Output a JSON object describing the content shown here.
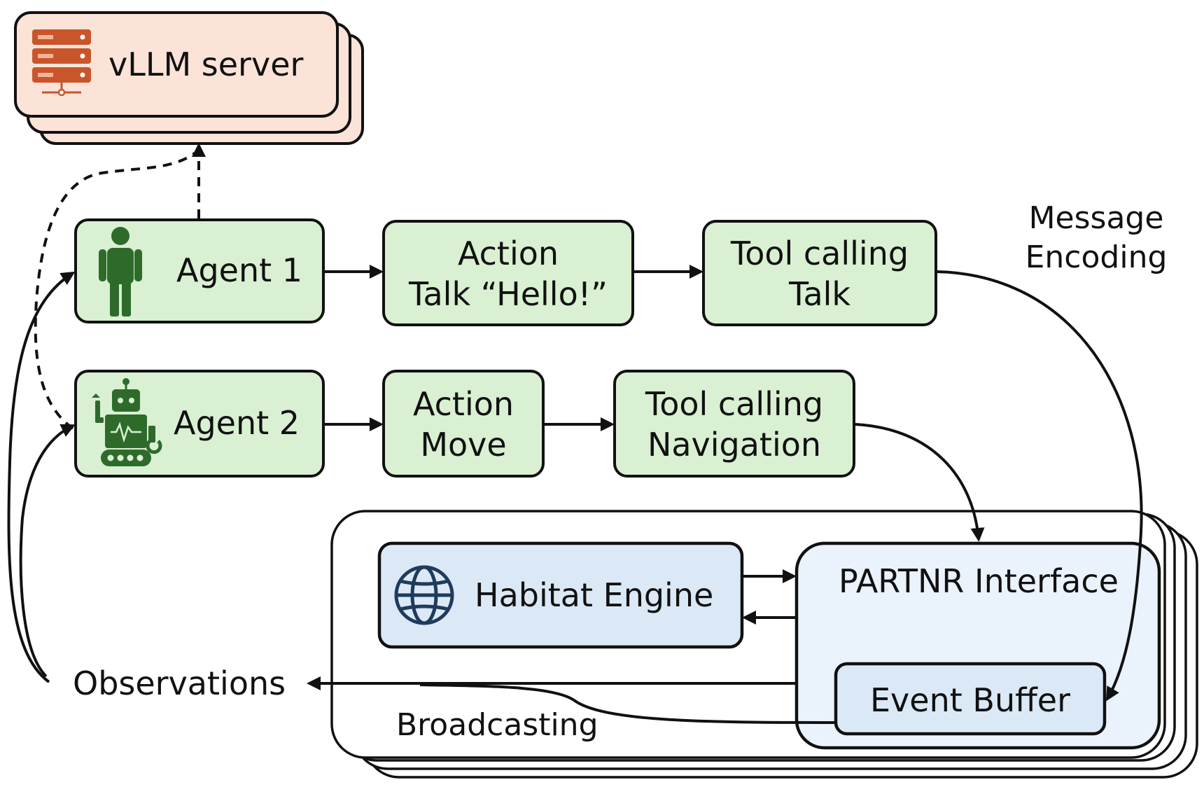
{
  "vllm": {
    "label": "vLLM server"
  },
  "agent1": {
    "label": "Agent 1"
  },
  "agent2": {
    "label": "Agent 2"
  },
  "action1": {
    "line1": "Action",
    "line2": "Talk “Hello!”"
  },
  "tool1": {
    "line1": "Tool calling",
    "line2": "Talk"
  },
  "action2": {
    "line1": "Action",
    "line2": "Move"
  },
  "tool2": {
    "line1": "Tool calling",
    "line2": "Navigation"
  },
  "message_encoding": {
    "line1": "Message",
    "line2": "Encoding"
  },
  "habitat": {
    "label": "Habitat Engine"
  },
  "partnr": {
    "label": "PARTNR Interface"
  },
  "event_buffer": {
    "label": "Event Buffer"
  },
  "observations": {
    "label": "Observations"
  },
  "broadcasting": {
    "label": "Broadcasting"
  },
  "colors": {
    "agent_fill": "#d9f0d2",
    "server_fill": "#fbe3d8",
    "server_icon": "#c9552a",
    "engine_fill": "#dbe8f6",
    "interface_fill": "#eaf2fb",
    "icon_green": "#2e6b2b",
    "globe_navy": "#1f3b5c"
  },
  "icons": {
    "server": "server-stack-icon",
    "human": "person-icon",
    "robot": "robot-icon",
    "globe": "globe-icon"
  }
}
